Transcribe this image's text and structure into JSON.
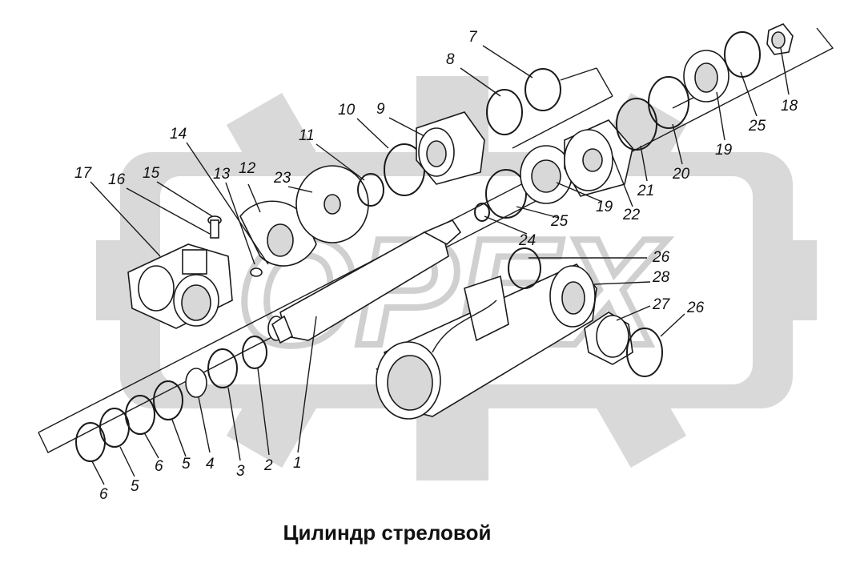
{
  "caption": "Цилиндр стреловой",
  "watermark": {
    "text": "OPEX",
    "color": "#cfcfcf"
  },
  "callouts": [
    "7",
    "8",
    "9",
    "10",
    "11",
    "14",
    "15",
    "16",
    "17",
    "13",
    "12",
    "23",
    "25",
    "18",
    "19",
    "20",
    "21",
    "22",
    "24",
    "26",
    "28",
    "27",
    "6",
    "5",
    "4",
    "3",
    "2",
    "1"
  ],
  "colors": {
    "line": "#1a1a1a",
    "watermark": "#d9d9d9",
    "background": "#ffffff"
  }
}
